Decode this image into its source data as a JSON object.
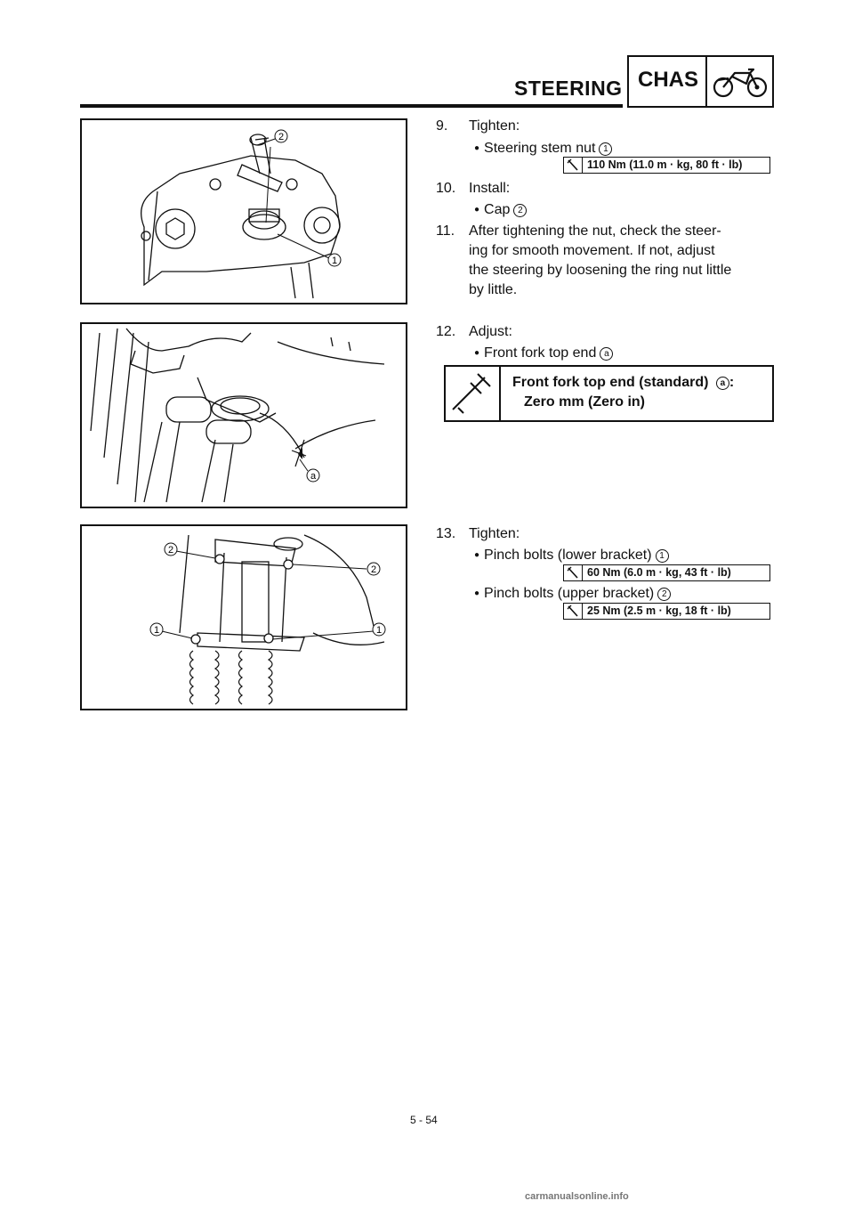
{
  "header": {
    "title": "STEERING",
    "section_label": "CHAS",
    "section_icon": "motorcycle-icon"
  },
  "figures": {
    "fig1": {
      "callouts": [
        "2",
        "1"
      ]
    },
    "fig2": {
      "callouts": [
        "a"
      ]
    },
    "fig3": {
      "callouts": [
        "2",
        "2",
        "1",
        "1"
      ]
    }
  },
  "steps": [
    {
      "num": "9.",
      "action": "Tighten:",
      "items": [
        {
          "text": "Steering stem nut",
          "ref": "1"
        }
      ],
      "torque": "110 Nm (11.0 m · kg, 80 ft · lb)"
    },
    {
      "num": "10.",
      "action": "Install:",
      "items": [
        {
          "text": "Cap",
          "ref": "2"
        }
      ]
    },
    {
      "num": "11.",
      "lines": [
        "After tightening the nut, check the steer-",
        "ing for smooth movement. If not, adjust",
        "the steering by loosening the ring nut little",
        "by little."
      ]
    },
    {
      "num": "12.",
      "action": "Adjust:",
      "items": [
        {
          "text": "Front fork top end",
          "ref": "a"
        }
      ],
      "spec": {
        "label": "Front fork top end (standard)",
        "ref": "a",
        "colon": ":",
        "value": "Zero mm (Zero in)",
        "icon": "caliper-icon"
      }
    },
    {
      "num": "13.",
      "action": "Tighten:",
      "items": [
        {
          "text": "Pinch bolts (lower bracket)",
          "ref": "1",
          "torque": "60 Nm (6.0 m · kg, 43 ft · lb)"
        },
        {
          "text": "Pinch bolts (upper bracket)",
          "ref": "2",
          "torque": "25 Nm (2.5 m · kg, 18 ft · lb)"
        }
      ]
    }
  ],
  "page_number": "5 - 54",
  "footer": "carmanualsonline.info"
}
